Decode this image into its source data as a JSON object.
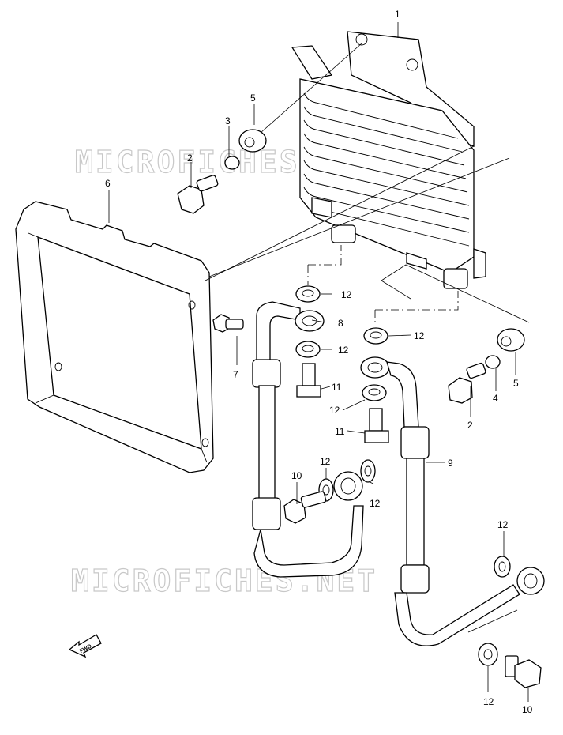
{
  "diagram": {
    "watermark": "MICROFICHES.NET",
    "fwd_label": "FWD",
    "callouts": {
      "c1": "1",
      "c2a": "2",
      "c2b": "2",
      "c3": "3",
      "c4": "4",
      "c5a": "5",
      "c5b": "5",
      "c6": "6",
      "c7": "7",
      "c8": "8",
      "c9": "9",
      "c10a": "10",
      "c10b": "10",
      "c11a": "11",
      "c11b": "11",
      "c12a": "12",
      "c12b": "12",
      "c12c": "12",
      "c12d": "12",
      "c12e": "12",
      "c12f": "12",
      "c12g": "12",
      "c12h": "12"
    }
  }
}
